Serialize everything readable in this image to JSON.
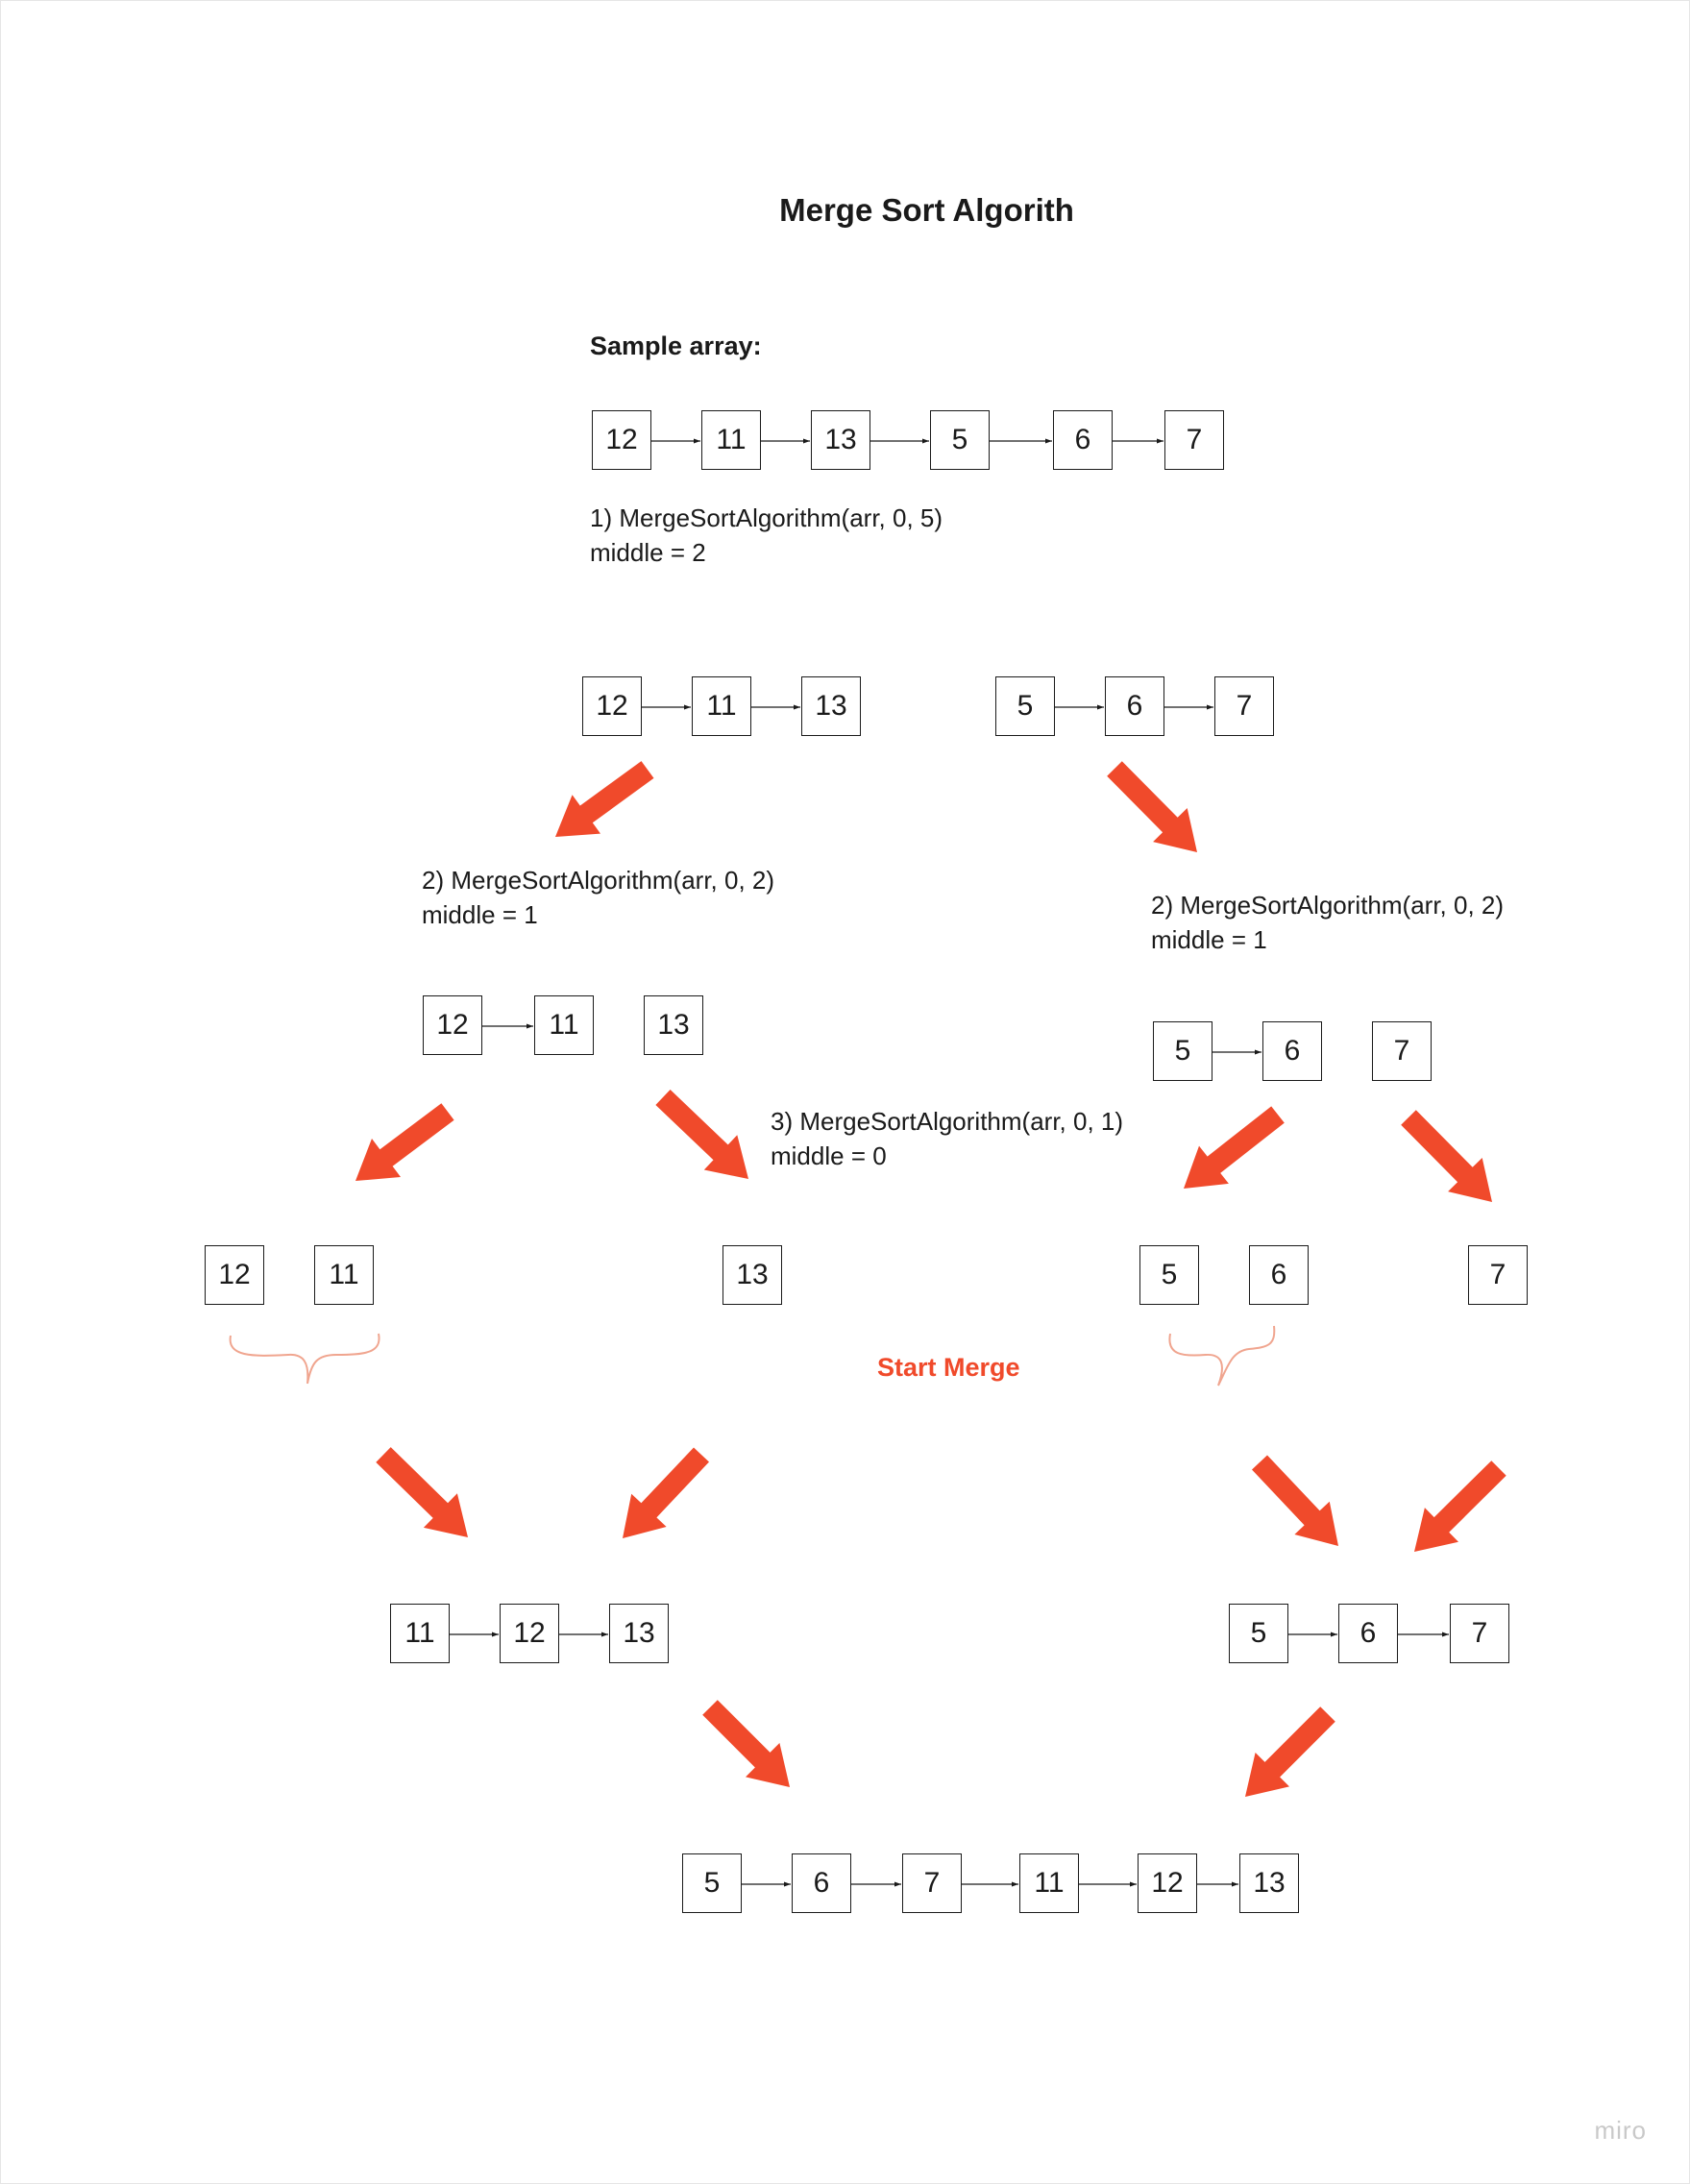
{
  "title": "Merge Sort Algorith",
  "subtitle": "Sample array:",
  "steps": {
    "step1": {
      "line1": "1) MergeSortAlgorithm(arr, 0, 5)",
      "line2": "middle = 2"
    },
    "step2_left": {
      "line1": "2) MergeSortAlgorithm(arr, 0, 2)",
      "line2": "middle = 1"
    },
    "step2_right": {
      "line1": "2) MergeSortAlgorithm(arr, 0, 2)",
      "line2": "middle = 1"
    },
    "step3": {
      "line1": "3) MergeSortAlgorithm(arr, 0, 1)",
      "line2": "middle = 0"
    }
  },
  "merge_label": "Start Merge",
  "watermark": "miro",
  "colors": {
    "arrow": "#f04a2b",
    "box_border": "#1a1a1a",
    "brace": "#f0a58f"
  },
  "arrays": {
    "sample": [
      "12",
      "11",
      "13",
      "5",
      "6",
      "7"
    ],
    "split_left": [
      "12",
      "11",
      "13"
    ],
    "split_right": [
      "5",
      "6",
      "7"
    ],
    "level2_left_pair": [
      "12",
      "11"
    ],
    "level2_left_single": [
      "13"
    ],
    "level2_right_pair": [
      "5",
      "6"
    ],
    "level2_right_single": [
      "7"
    ],
    "level3_left": [
      "12",
      "11"
    ],
    "level3_mid": [
      "13"
    ],
    "level3_right_pair": [
      "5",
      "6"
    ],
    "level3_right_single": [
      "7"
    ],
    "merged_left": [
      "11",
      "12",
      "13"
    ],
    "merged_right": [
      "5",
      "6",
      "7"
    ],
    "final": [
      "5",
      "6",
      "7",
      "11",
      "12",
      "13"
    ]
  }
}
